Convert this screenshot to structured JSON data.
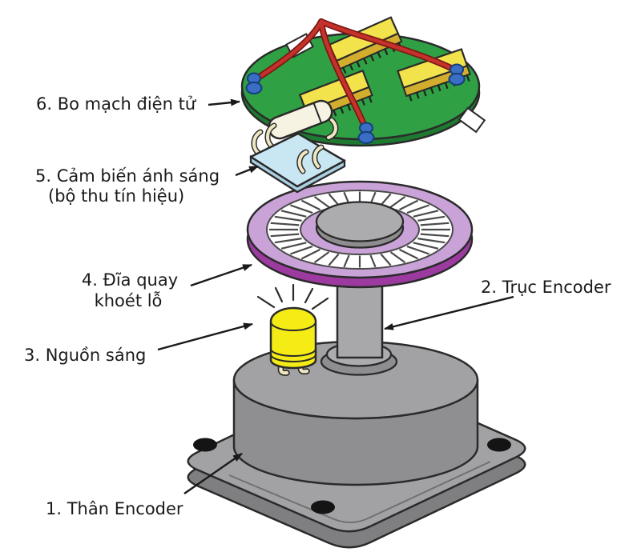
{
  "diagram": {
    "labels": {
      "board": {
        "line1": "6. Bo mạch điện tử"
      },
      "sensor": {
        "line1": "5. Cảm biến ánh sáng",
        "line2": "(bộ thu tín hiệu)"
      },
      "disc": {
        "line1": "4. Đĩa quay",
        "line2": "khoét lỗ"
      },
      "light": {
        "line1": "3. Nguồn sáng"
      },
      "shaft": {
        "line1": "2. Trục Encoder"
      },
      "body": {
        "line1": "1. Thân Encoder"
      }
    },
    "colors": {
      "pcb_green": "#2fa044",
      "pcb_green_dark": "#1e7a30",
      "ic_yellow": "#f2e24c",
      "wire_red": "#c5322c",
      "cap_blue": "#3a6ec4",
      "sensor_blue": "#c8e7f3",
      "disc_purple": "#c9a3d8",
      "disc_rim": "#9c3aa0",
      "led_yellow": "#f6ec15",
      "metal_gray": "#a2a2a4",
      "outline": "#2a2a2a",
      "background": "#ffffff"
    }
  }
}
